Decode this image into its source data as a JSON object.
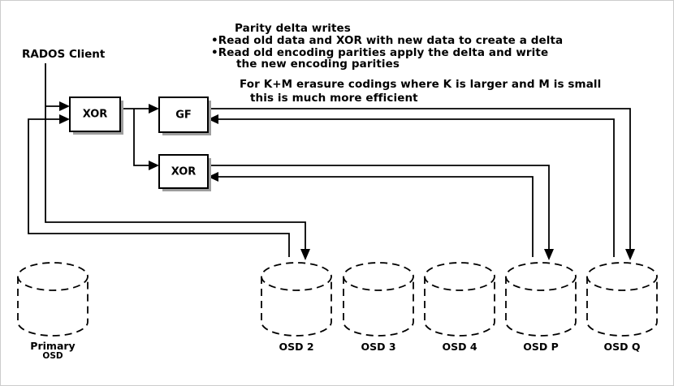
{
  "diagram": {
    "client_label": "RADOS Client",
    "note": {
      "title": "Parity delta writes",
      "bullet1": "•Read old data and XOR with new data to create a delta",
      "bullet2": "•Read old encoding parities apply the delta and write",
      "bullet2_cont": "the new encoding parities"
    },
    "efficiency_note": {
      "line1": "For K+M erasure codings where K is larger and M is small",
      "line2": "this is much more efficient"
    },
    "nodes": {
      "xor1": "XOR",
      "gf": "GF",
      "xor2": "XOR"
    },
    "osds": [
      {
        "label": "Primary",
        "sublabel": "OSD"
      },
      {
        "label": "OSD 2"
      },
      {
        "label": "OSD 3"
      },
      {
        "label": "OSD 4"
      },
      {
        "label": "OSD P"
      },
      {
        "label": "OSD Q"
      }
    ],
    "colors": {
      "line": "#000000",
      "box_fill": "#ffffff",
      "box_shadow": "#9e9e9e",
      "page_border": "#cccccc"
    }
  }
}
